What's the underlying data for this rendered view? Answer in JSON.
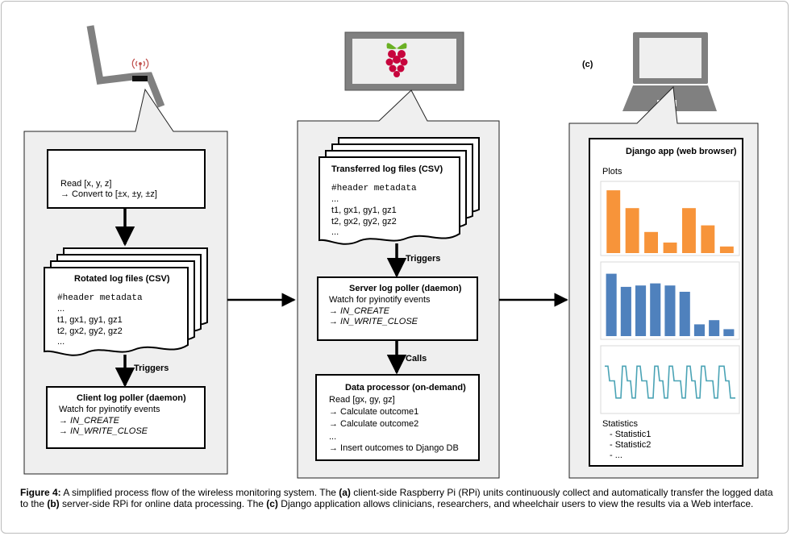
{
  "panel_c_label": "(c)",
  "client": {
    "read_box": {
      "line1": "Read [x, y, z]",
      "line2": "→ Convert to [±x, ±y, ±z]"
    },
    "rotated": {
      "title": "Rotated log files (CSV)",
      "header": "#header metadata",
      "dots1": "...",
      "row1": "t1, gx1, gy1, gz1",
      "row2": "t2, gx2, gy2, gz2",
      "dots2": "..."
    },
    "triggers": "Triggers",
    "poller": {
      "title": "Client log poller (daemon)",
      "watch": "Watch for pyinotify events",
      "ev1": "→ IN_CREATE",
      "ev2": "→ IN_WRITE_CLOSE"
    }
  },
  "server": {
    "transferred": {
      "title": "Transferred log files (CSV)",
      "header": "#header metadata",
      "dots1": "...",
      "row1": "t1, gx1, gy1, gz1",
      "row2": "t2, gx2, gy2, gz2",
      "dots2": "..."
    },
    "triggers": "Triggers",
    "poller": {
      "title": "Server log poller (daemon)",
      "watch": "Watch for pyinotify events",
      "ev1": "→ IN_CREATE",
      "ev2": "→ IN_WRITE_CLOSE"
    },
    "calls": "Calls",
    "processor": {
      "title": "Data processor (on-demand)",
      "read": "Read [gx, gy, gz]",
      "calc1": "→ Calculate outcome1",
      "calc2": "→ Calculate outcome2",
      "dots": "...",
      "insert": "→ Insert outcomes to Django DB"
    }
  },
  "browser": {
    "title": "Django app (web browser)",
    "plots_label": "Plots",
    "statistics_label": "Statistics",
    "stat1": "- Statistic1",
    "stat2": "- Statistic2",
    "stat3": "- ..."
  },
  "colors": {
    "orange": "#f7943a",
    "blue": "#4f81bd",
    "teal": "#4aa3b5",
    "device_gray": "#808080",
    "panel_gray": "#efefef"
  },
  "chart_data": [
    {
      "type": "bar",
      "color": "#f7943a",
      "values": [
        0.95,
        0.68,
        0.32,
        0.16,
        0.68,
        0.42,
        0.1
      ]
    },
    {
      "type": "bar",
      "color": "#4f81bd",
      "values": [
        0.9,
        0.71,
        0.73,
        0.76,
        0.73,
        0.64,
        0.17,
        0.23,
        0.1
      ]
    },
    {
      "type": "line",
      "color": "#4aa3b5",
      "levels": [
        0.72,
        0.72,
        0.72,
        0.48,
        0.48,
        0.48,
        0.48,
        0.2,
        0.2,
        0.2,
        0.2,
        0.72,
        0.72,
        0.72,
        0.48,
        0.48,
        0.48,
        0.2,
        0.2,
        0.2,
        0.72,
        0.72,
        0.72,
        0.48,
        0.48,
        0.48,
        0.48,
        0.2,
        0.2,
        0.2,
        0.2,
        0.72,
        0.72,
        0.72,
        0.48,
        0.48,
        0.48,
        0.2,
        0.2,
        0.2,
        0.72,
        0.72,
        0.72,
        0.48,
        0.48,
        0.48,
        0.48,
        0.48,
        0.2,
        0.2,
        0.2,
        0.72,
        0.72,
        0.72,
        0.48,
        0.48,
        0.48,
        0.2,
        0.2,
        0.2,
        0.72,
        0.72,
        0.72,
        0.48,
        0.48,
        0.48,
        0.48,
        0.48,
        0.2,
        0.2,
        0.2,
        0.72,
        0.72,
        0.72,
        0.72,
        0.48,
        0.48,
        0.48,
        0.2,
        0.2,
        0.2,
        0.2
      ]
    }
  ],
  "caption": {
    "figure_label": "Figure 4:",
    "p1": " A simplified process flow of the wireless monitoring system. The ",
    "a": "(a)",
    "p2": " client-side Raspberry Pi (RPi) units continuously collect and automatically transfer the logged data to the ",
    "b": "(b)",
    "p3": " server-side RPi for online data processing. The ",
    "c": "(c)",
    "p4": " Django application allows clinicians, researchers, and wheelchair users to view the results via a Web interface."
  }
}
